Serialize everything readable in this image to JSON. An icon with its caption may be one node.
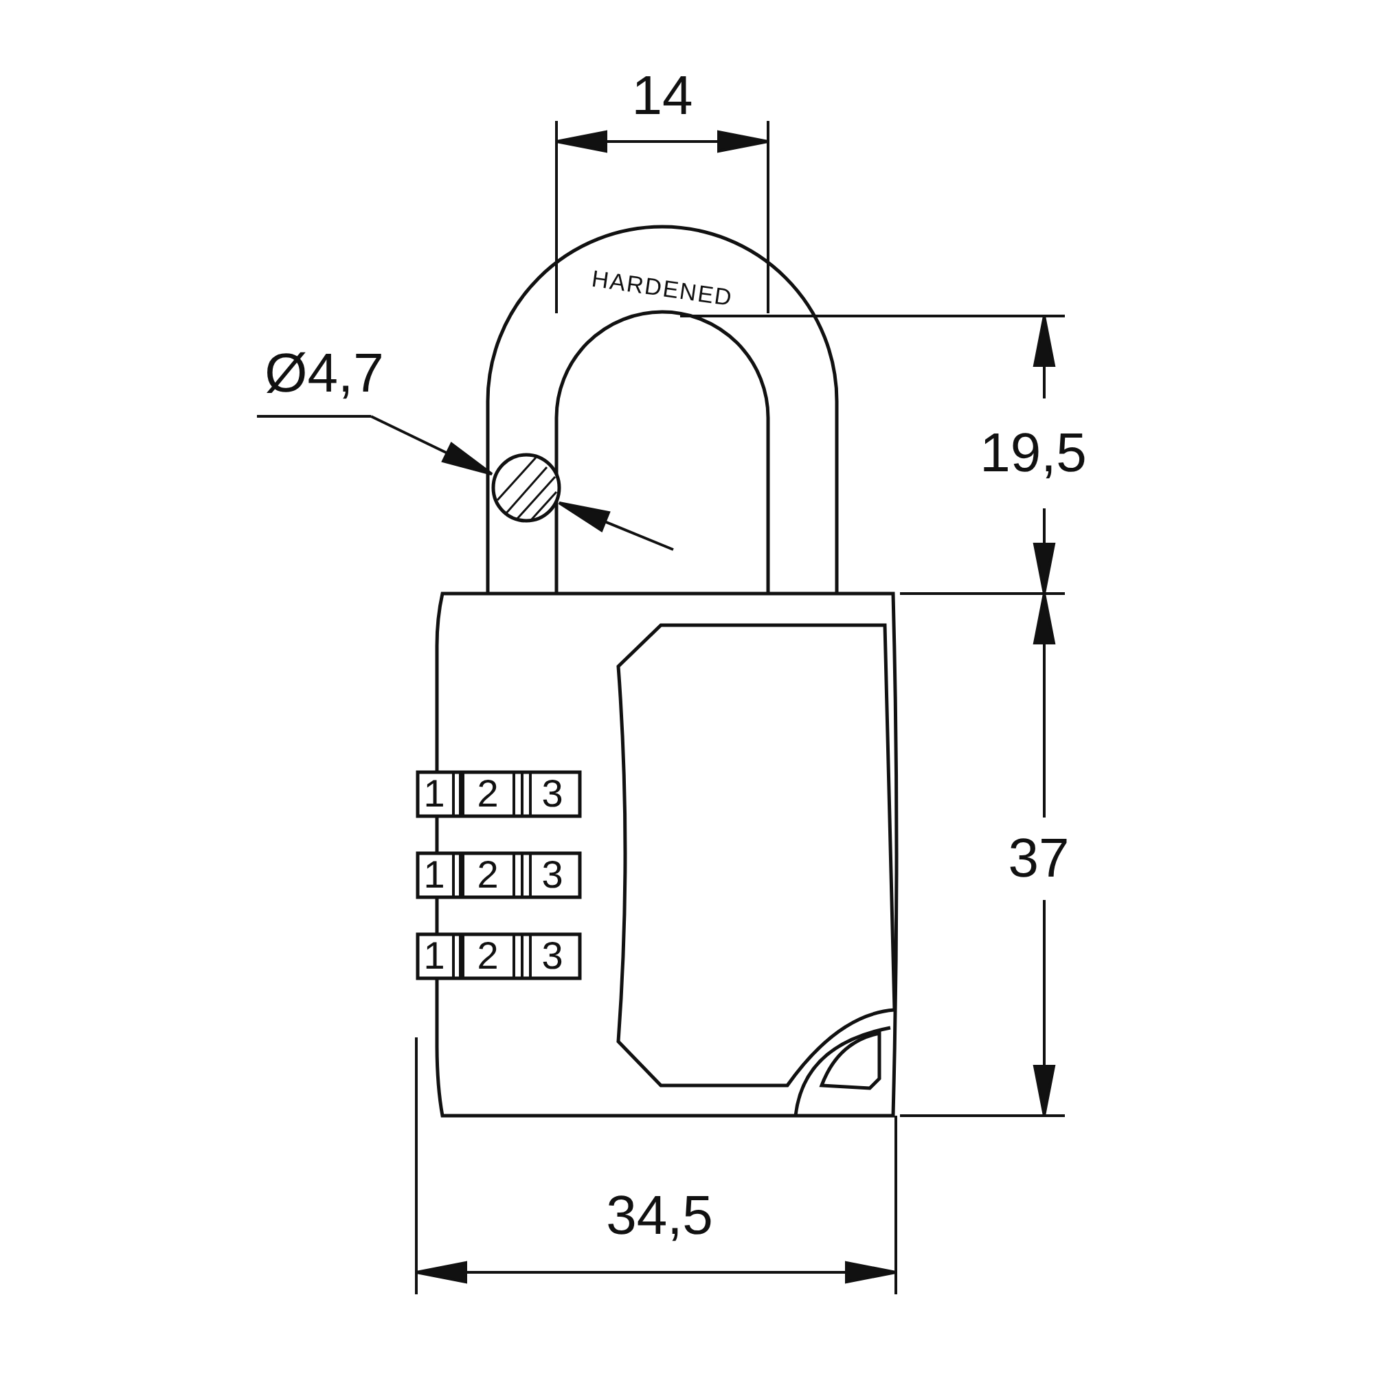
{
  "diagram": {
    "labels": [
      "14",
      "HARDENED",
      "Ø4,7",
      "19,5",
      "1",
      "2",
      "3",
      "37",
      "1",
      "2",
      "3",
      "1",
      "2",
      "3",
      "34,5"
    ]
  }
}
